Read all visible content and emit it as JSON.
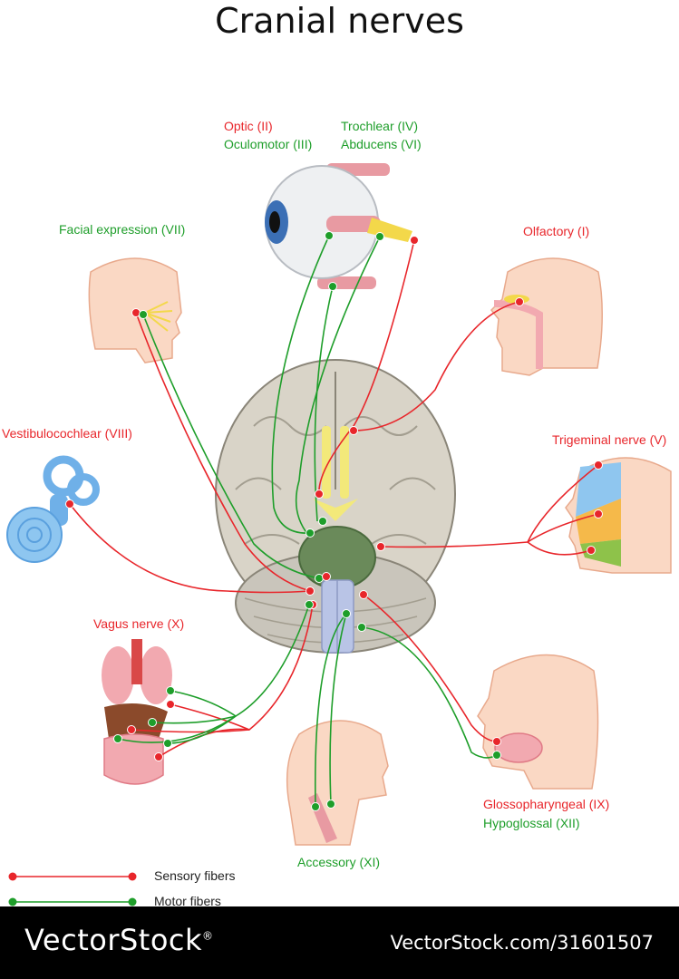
{
  "title": "Cranial nerves",
  "labels": {
    "optic": "Optic (II)",
    "oculomotor": "Oculomotor (III)",
    "trochlear": "Trochlear (IV)",
    "abducens": "Abducens (VI)",
    "facial": "Facial expression (VII)",
    "olfactory": "Olfactory (I)",
    "vestibulocochlear": "Vestibulocochlear (VIII)",
    "trigeminal": "Trigeminal nerve (V)",
    "vagus": "Vagus nerve (X)",
    "glossopharyngeal": "Glossopharyngeal (IX)",
    "hypoglossal": "Hypoglossal (XII)",
    "accessory": "Accessory (XI)"
  },
  "legend": {
    "sensory": "Sensory fibers",
    "motor": "Motor fibers"
  },
  "colors": {
    "sensory": "#e8262b",
    "motor": "#1e9e2a",
    "skin": "#fad8c4",
    "brain": "#d9d4c8"
  },
  "footer": {
    "brand": "VectorStock",
    "brand_mark": "®",
    "url": "VectorStock.com/31601507"
  }
}
